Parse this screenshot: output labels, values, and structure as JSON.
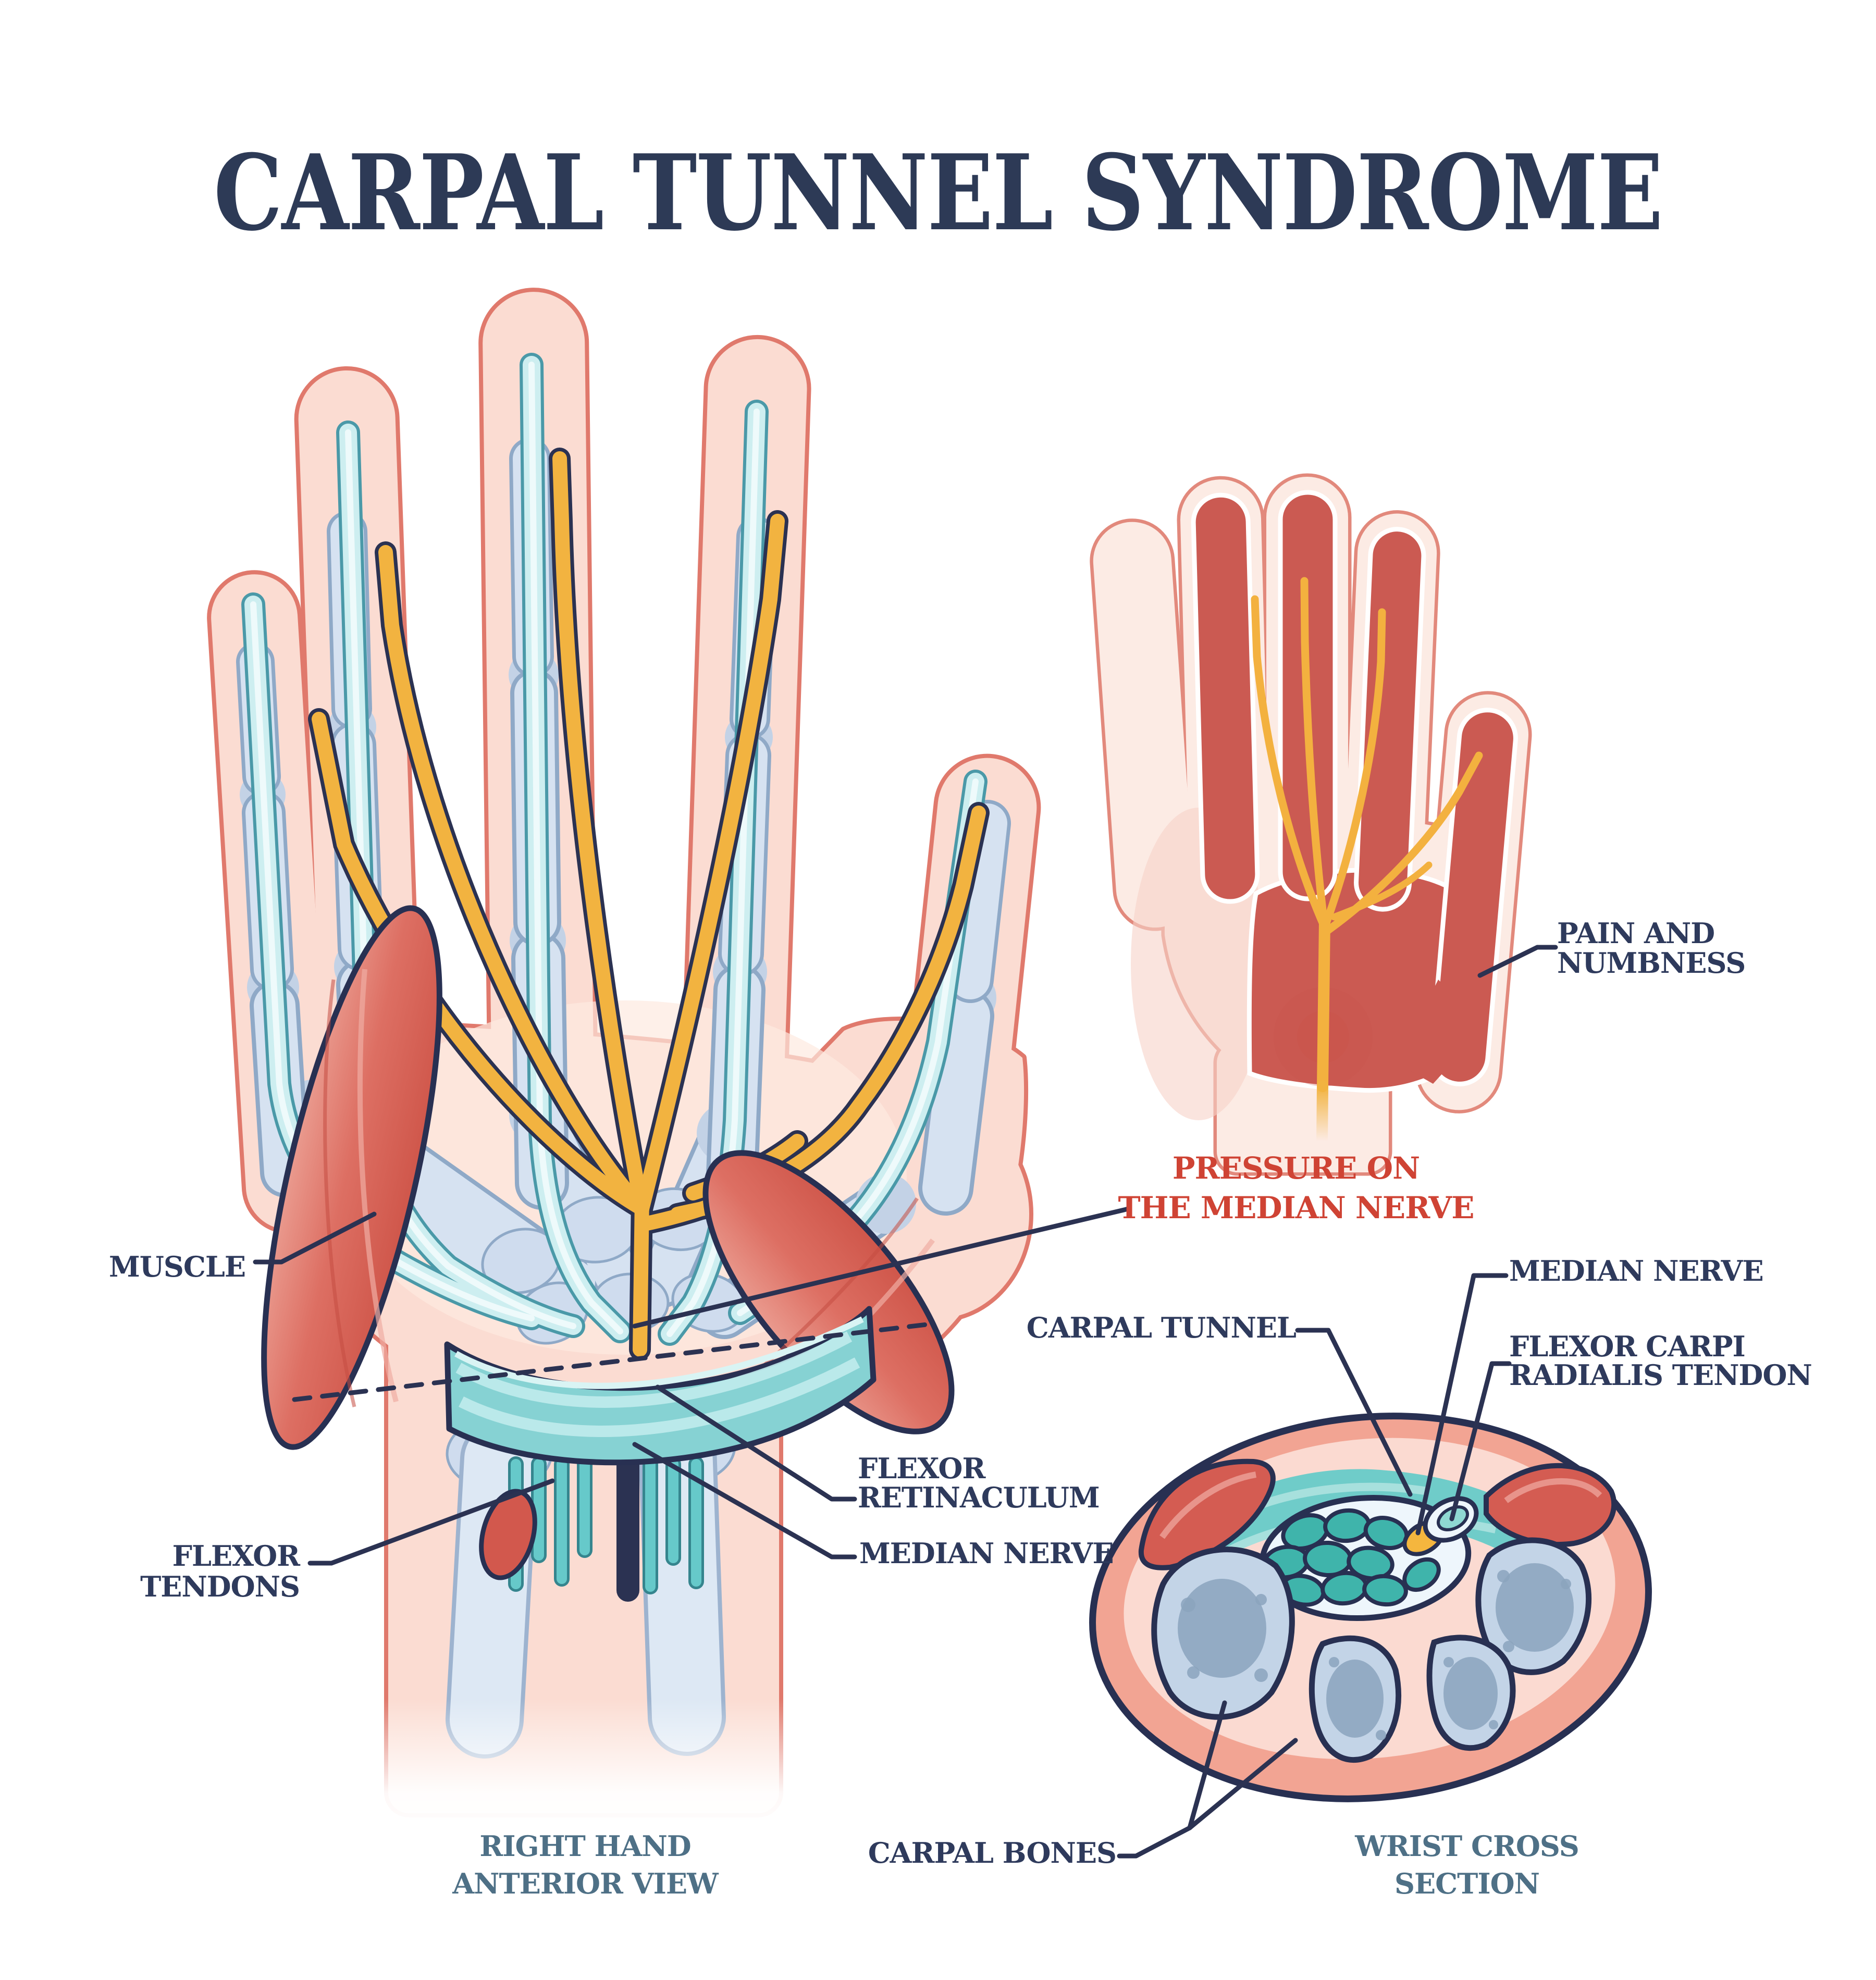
{
  "title": "CARPAL TUNNEL SYNDROME",
  "anterior_view": {
    "labels": {
      "muscle": "MUSCLE",
      "flexor_tendons": [
        "FLEXOR",
        "TENDONS"
      ],
      "flexor_retinaculum": [
        "FLEXOR",
        "RETINACULUM"
      ],
      "median_nerve": "MEDIAN NERVE"
    },
    "caption": [
      "RIGHT HAND",
      "ANTERIOR VIEW"
    ]
  },
  "pressure_hand": {
    "labels": {
      "pain_numbness": [
        "PAIN AND",
        "NUMBNESS"
      ],
      "pressure_on_median_nerve": [
        "PRESSURE ON",
        "THE MEDIAN NERVE"
      ]
    }
  },
  "cross_section": {
    "labels": {
      "median_nerve": "MEDIAN NERVE",
      "carpal_tunnel": "CARPAL TUNNEL",
      "flexor_carpi_radialis_tendon": [
        "FLEXOR CARPI",
        "RADIALIS TENDON"
      ],
      "carpal_bones": "CARPAL BONES"
    },
    "caption": [
      "WRIST CROSS",
      "SECTION"
    ]
  },
  "colors": {
    "title_navy": "#2d3a56",
    "label_navy": "#2e3a5c",
    "label_red": "#cf4334",
    "caption_slate": "#4e7086",
    "outline_navy": "#283052",
    "skin": "#fbdcd2",
    "skin_outline": "#e0796c",
    "bone_blue": "#cfdcee",
    "tendon_teal": "#5ec5c7",
    "retinaculum_teal": "#86d2d3",
    "nerve_yellow": "#f2b340",
    "muscle_red": "#d45c52",
    "pain_area_red": "#cb5a52",
    "background": "#ffffff"
  }
}
